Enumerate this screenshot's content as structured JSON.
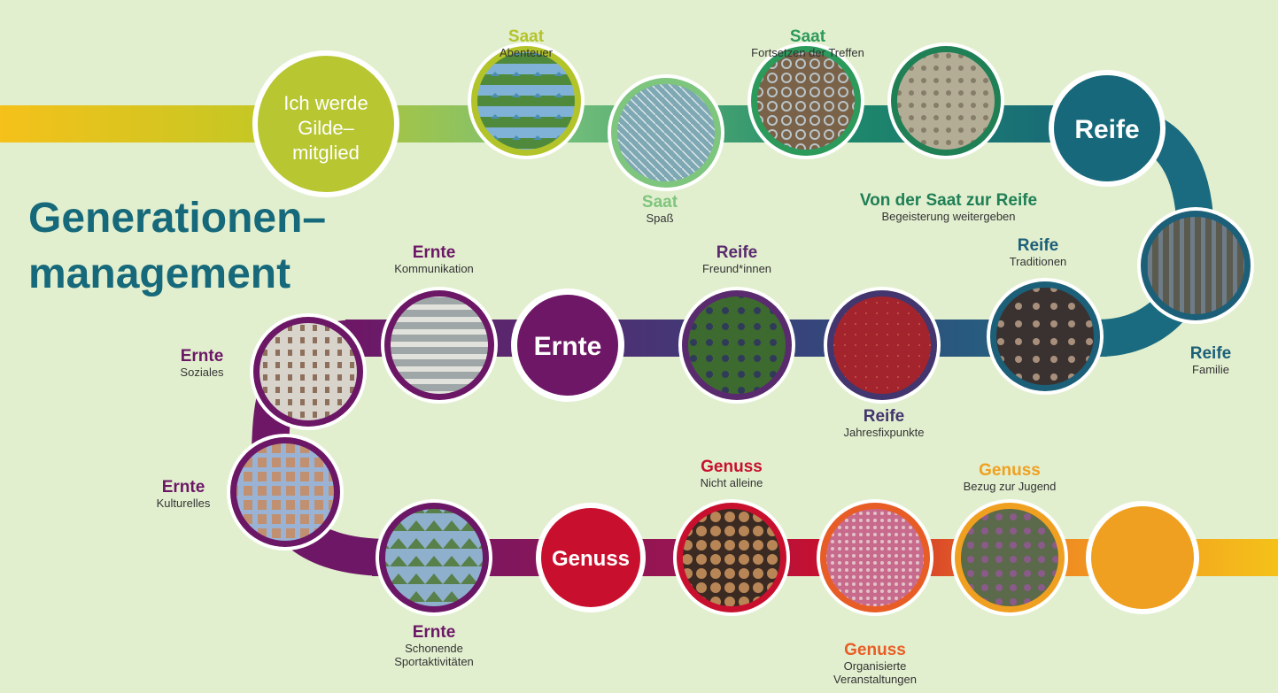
{
  "title_line1": "Generationen–",
  "title_line2": "management",
  "start_label": [
    "Ich werde",
    "Gilde–",
    "mitglied"
  ],
  "hub_labels": {
    "reife": "Reife",
    "ernte": "Ernte",
    "genuss": "Genuss"
  },
  "stations": [
    {
      "title": "Saat",
      "subtitle": [
        "Abenteuer"
      ],
      "color": "#b3c42a",
      "photo": "tents-on-meadow"
    },
    {
      "title": "Saat",
      "subtitle": [
        "Spaß"
      ],
      "color": "#7ec57e",
      "photo": "boat-rigging"
    },
    {
      "title": "Saat",
      "subtitle": [
        "Fortsetzen der Treffen"
      ],
      "color": "#2b9a5b",
      "photo": "scout-knot"
    },
    {
      "title": "Von der Saat zur Reife",
      "subtitle": [
        "Begeisterung weitergeben"
      ],
      "color": "#1f7f55",
      "photo": "handicraft"
    },
    {
      "title": "Reife",
      "subtitle": [
        "Familie"
      ],
      "color": "#1c5f78",
      "photo": "family-outdoor"
    },
    {
      "title": "Reife",
      "subtitle": [
        "Traditionen"
      ],
      "color": "#1c5f78",
      "photo": "campfire-evening"
    },
    {
      "title": "Reife",
      "subtitle": [
        "Jahresfixpunkte"
      ],
      "color": "#43356e",
      "photo": "candle-badge"
    },
    {
      "title": "Reife",
      "subtitle": [
        "Freund*innen"
      ],
      "color": "#5a2a6e",
      "photo": "friends-on-grass"
    },
    {
      "title": "Ernte",
      "subtitle": [
        "Kommunikation"
      ],
      "color": "#6b1766",
      "photo": "meeting-table"
    },
    {
      "title": "Ernte",
      "subtitle": [
        "Soziales"
      ],
      "color": "#6b1766",
      "photo": "donation-room"
    },
    {
      "title": "Ernte",
      "subtitle": [
        "Kulturelles"
      ],
      "color": "#6b1766",
      "photo": "basilica"
    },
    {
      "title": "Ernte",
      "subtitle": [
        "Schonende",
        "Sportaktivitäten"
      ],
      "color": "#6b1766",
      "photo": "mountain-hike"
    },
    {
      "title": "Genuss",
      "subtitle": [
        "Nicht alleine"
      ],
      "color": "#c8102e",
      "photo": "pastries"
    },
    {
      "title": "Genuss",
      "subtitle": [
        "Organisierte",
        "Veranstaltungen"
      ],
      "color": "#e85d25",
      "photo": "mosaic-art"
    },
    {
      "title": "Genuss",
      "subtitle": [
        "Bezug zur Jugend"
      ],
      "color": "#f0a020",
      "photo": "youth-campfire"
    }
  ]
}
